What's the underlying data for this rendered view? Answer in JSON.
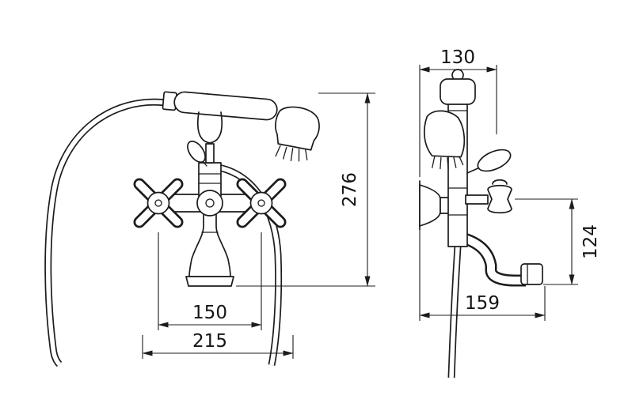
{
  "drawing": {
    "type": "technical-dimension-drawing",
    "subject": "wall-mount bathtub mixer faucet with hand shower, front and side views",
    "front_view": {
      "height": "276",
      "handle_spacing": "150",
      "overall_width": "215"
    },
    "side_view": {
      "top_width": "130",
      "spout_height": "124",
      "depth": "159"
    }
  }
}
